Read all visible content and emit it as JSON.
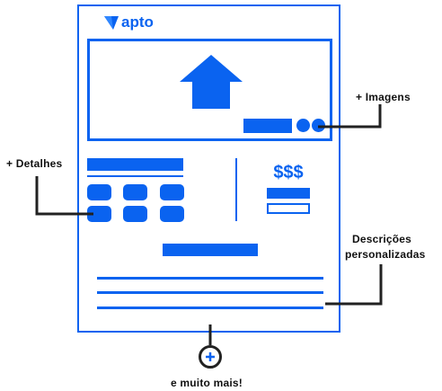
{
  "brand": {
    "name": "apto"
  },
  "listing": {
    "price": "$$$"
  },
  "callouts": {
    "images": "+ Imagens",
    "details": "+ Detalhes",
    "descriptions": [
      "Descrições",
      "personalizadas"
    ],
    "more": "e muito mais!"
  },
  "colors": {
    "accent": "#0A63F0",
    "connector": "#222222"
  }
}
